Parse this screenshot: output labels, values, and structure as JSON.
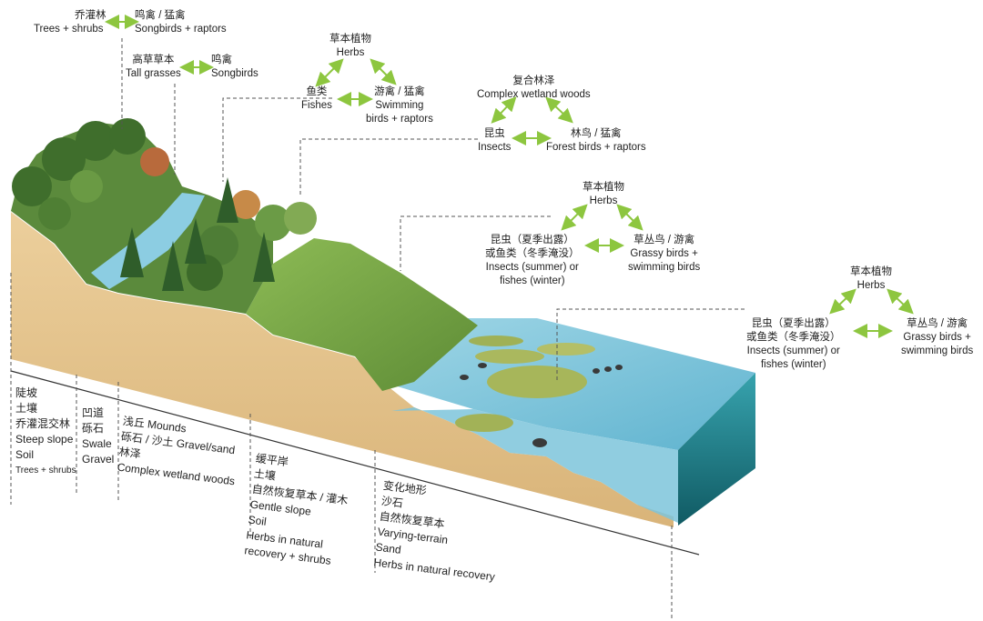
{
  "colors": {
    "arrow": "#8dc63f",
    "soil": "#e8c994",
    "water": "#7cc4da",
    "water_deep": "#1f7f86",
    "grass": "#7aa34a",
    "forest": "#3f6e2c",
    "leader": "#555555"
  },
  "chains": {
    "c1": {
      "a_cn": "乔灌林",
      "a_en": "Trees + shrubs",
      "b_cn": "鸣禽 / 猛禽",
      "b_en": "Songbirds + raptors"
    },
    "c2": {
      "a_cn": "高草草本",
      "a_en": "Tall grasses",
      "b_cn": "鸣禽",
      "b_en": "Songbirds"
    },
    "c3": {
      "top_cn": "草本植物",
      "top_en": "Herbs",
      "left_cn": "鱼类",
      "left_en": "Fishes",
      "right_cn": "游禽 / 猛禽",
      "right_en1": "Swimming",
      "right_en2": "birds + raptors"
    },
    "c4": {
      "top_cn": "复合林泽",
      "top_en": "Complex wetland woods",
      "left_cn": "昆虫",
      "left_en": "Insects",
      "right_cn": "林鸟 / 猛禽",
      "right_en": "Forest birds + raptors"
    },
    "c5": {
      "top_cn": "草本植物",
      "top_en": "Herbs",
      "left_cn1": "昆虫（夏季出露）",
      "left_cn2": "或鱼类（冬季淹没）",
      "left_en1": "Insects (summer) or",
      "left_en2": "fishes (winter)",
      "right_cn": "草丛鸟 / 游禽",
      "right_en1": "Grassy birds +",
      "right_en2": "swimming birds"
    },
    "c6": {
      "top_cn": "草本植物",
      "top_en": "Herbs",
      "left_cn1": "昆虫（夏季出露）",
      "left_cn2": "或鱼类（冬季淹没）",
      "left_en1": "Insects (summer) or",
      "left_en2": "fishes (winter)",
      "right_cn": "草丛鸟 / 游禽",
      "right_en1": "Grassy birds +",
      "right_en2": "swimming birds"
    }
  },
  "zones": {
    "z1": [
      "陡坡",
      "土壤",
      "乔灌混交林",
      "Steep slope",
      "Soil",
      "Trees + shrubs"
    ],
    "z2": [
      "凹道",
      "砾石",
      "Swale",
      "Gravel"
    ],
    "z3": [
      "浅丘  Mounds",
      "砾石 / 沙土  Gravel/sand",
      "林泽",
      "Complex wetland woods"
    ],
    "z4": [
      "缓平岸",
      "土壤",
      "自然恢复草本 / 灌木",
      "Gentle slope",
      "Soil",
      "Herbs in natural",
      "recovery + shrubs"
    ],
    "z5": [
      "变化地形",
      "沙石",
      "自然恢复草本",
      "Varying-terrain",
      "Sand",
      "Herbs in natural recovery"
    ]
  }
}
